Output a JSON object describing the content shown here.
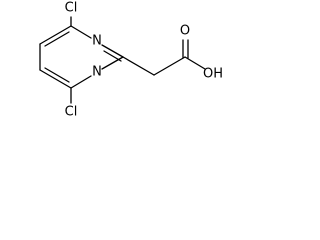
{
  "molecule": {
    "atoms": {
      "cl_top": "Cl",
      "cl_bottom": "Cl",
      "n_upper": "N",
      "n_lower": "N",
      "o_carbonyl": "O",
      "oh": "OH"
    }
  }
}
